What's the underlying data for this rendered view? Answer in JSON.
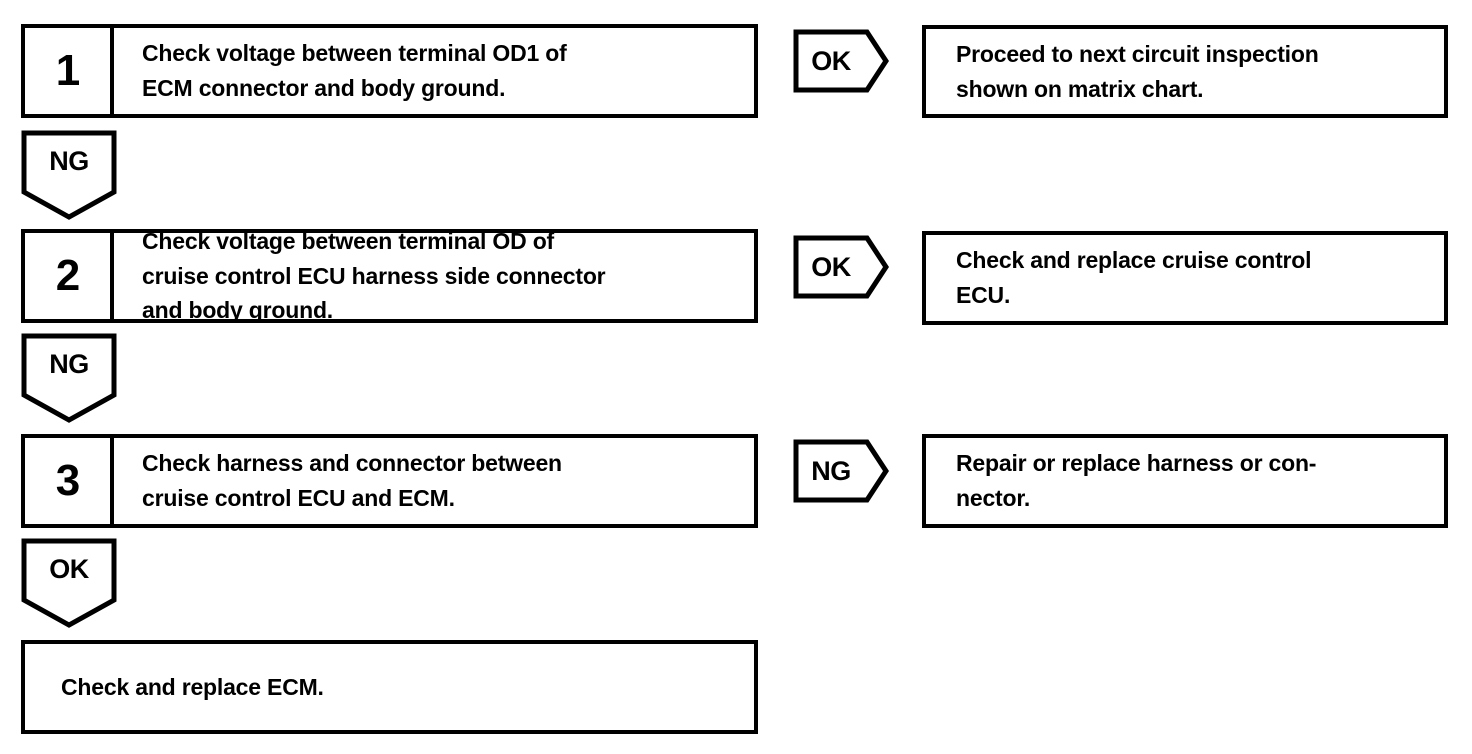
{
  "diagram": {
    "type": "troubleshooting-flowchart",
    "steps": [
      {
        "number": "1",
        "text_lines": [
          "Check voltage between terminal OD1 of",
          "ECM connector and body ground."
        ],
        "branch_right": {
          "label": "OK",
          "result_lines": [
            "Proceed to next circuit inspection",
            "shown on matrix chart."
          ]
        },
        "branch_down": {
          "label": "NG"
        }
      },
      {
        "number": "2",
        "text_lines": [
          "Check voltage between terminal OD of",
          "cruise control ECU harness side connector",
          "and body ground."
        ],
        "branch_right": {
          "label": "OK",
          "result_lines": [
            "Check and replace cruise control",
            "ECU."
          ]
        },
        "branch_down": {
          "label": "NG"
        }
      },
      {
        "number": "3",
        "text_lines": [
          "Check harness and connector between",
          "cruise control ECU and ECM."
        ],
        "branch_right": {
          "label": "NG",
          "result_lines": [
            "Repair or replace harness or con-",
            "nector."
          ]
        },
        "branch_down": {
          "label": "OK"
        }
      }
    ],
    "final": {
      "text_lines": [
        "Check and replace ECM."
      ]
    },
    "colors": {
      "line": "#000000",
      "background": "#ffffff",
      "text": "#000000"
    }
  }
}
